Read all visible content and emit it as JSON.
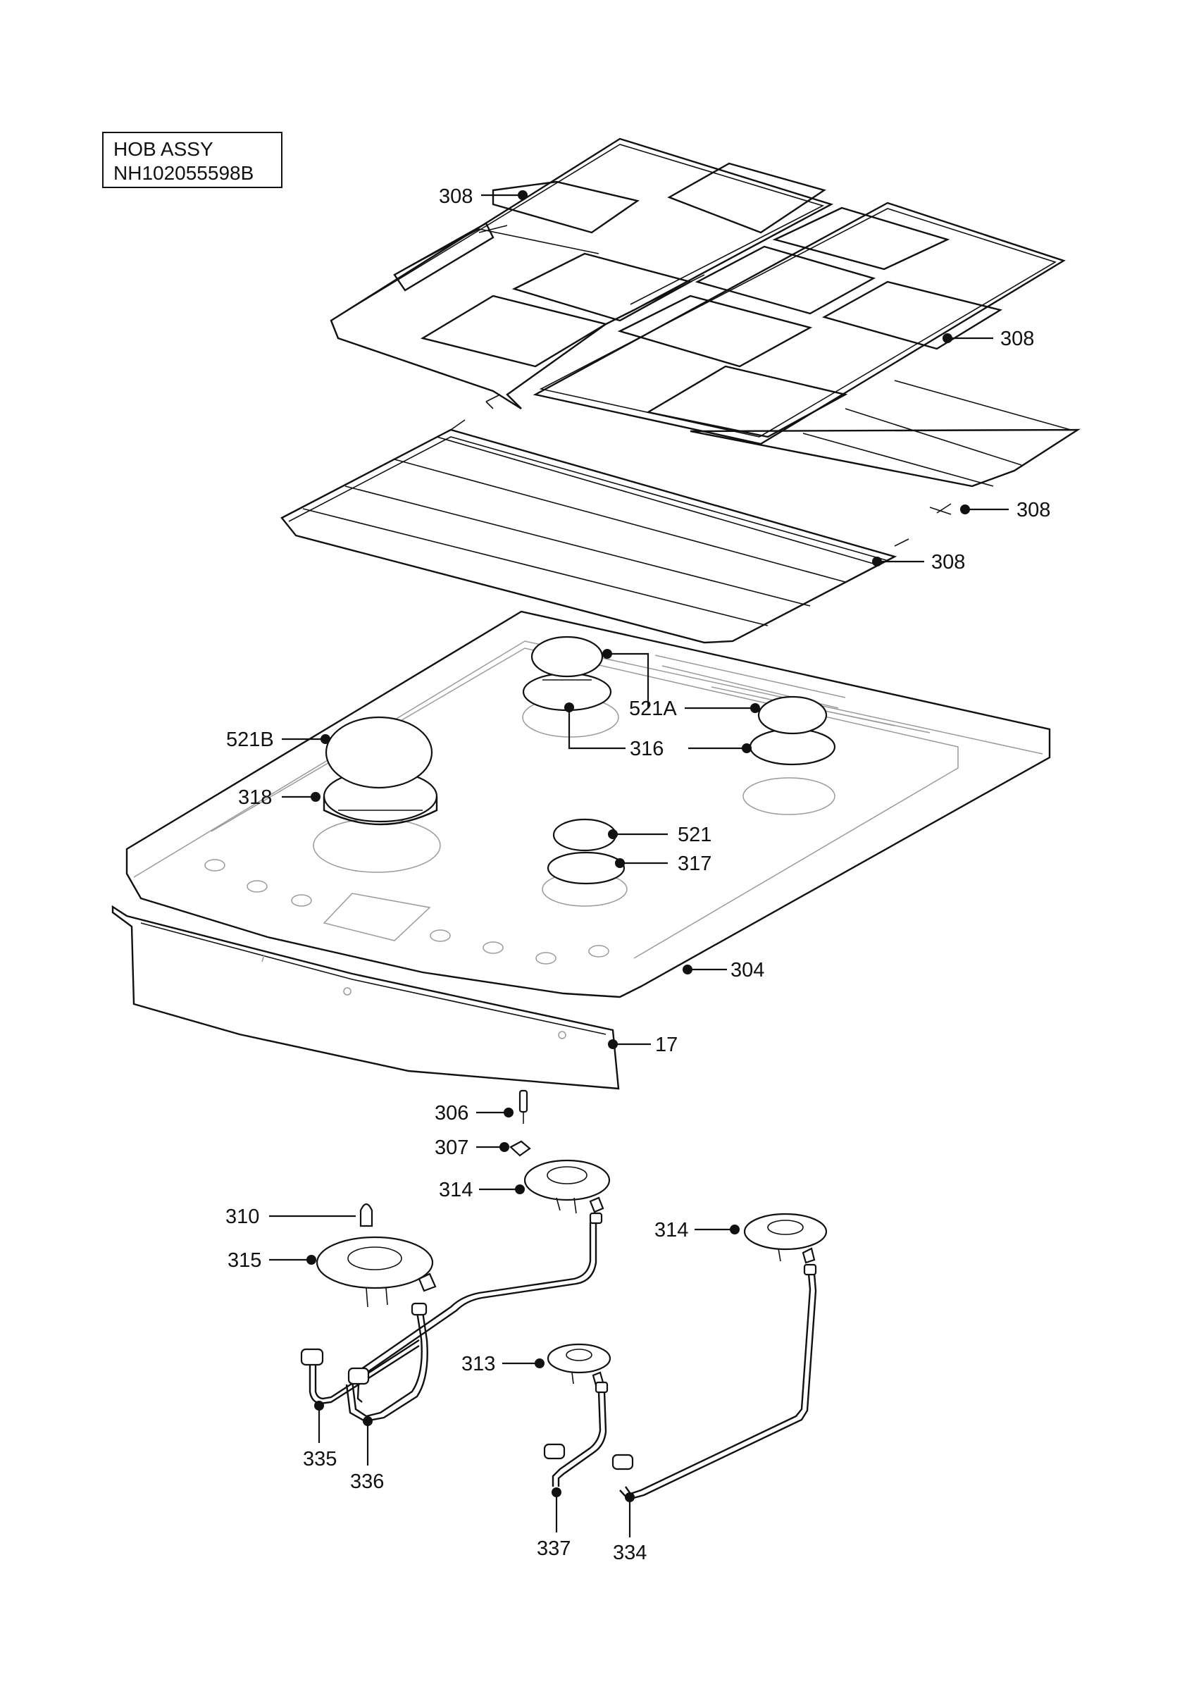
{
  "title": {
    "line1": "HOB ASSY",
    "line2": "NH102055598B"
  },
  "callouts": [
    {
      "id": "308a",
      "label": "308"
    },
    {
      "id": "308b",
      "label": "308"
    },
    {
      "id": "308c",
      "label": "308"
    },
    {
      "id": "308d",
      "label": "308"
    },
    {
      "id": "521A",
      "label": "521A"
    },
    {
      "id": "521B",
      "label": "521B"
    },
    {
      "id": "316",
      "label": "316"
    },
    {
      "id": "318",
      "label": "318"
    },
    {
      "id": "521",
      "label": "521"
    },
    {
      "id": "317",
      "label": "317"
    },
    {
      "id": "304",
      "label": "304"
    },
    {
      "id": "17",
      "label": "17"
    },
    {
      "id": "306",
      "label": "306"
    },
    {
      "id": "307",
      "label": "307"
    },
    {
      "id": "314a",
      "label": "314"
    },
    {
      "id": "314b",
      "label": "314"
    },
    {
      "id": "310",
      "label": "310"
    },
    {
      "id": "315",
      "label": "315"
    },
    {
      "id": "313",
      "label": "313"
    },
    {
      "id": "335",
      "label": "335"
    },
    {
      "id": "336",
      "label": "336"
    },
    {
      "id": "337",
      "label": "337"
    },
    {
      "id": "334",
      "label": "334"
    }
  ]
}
